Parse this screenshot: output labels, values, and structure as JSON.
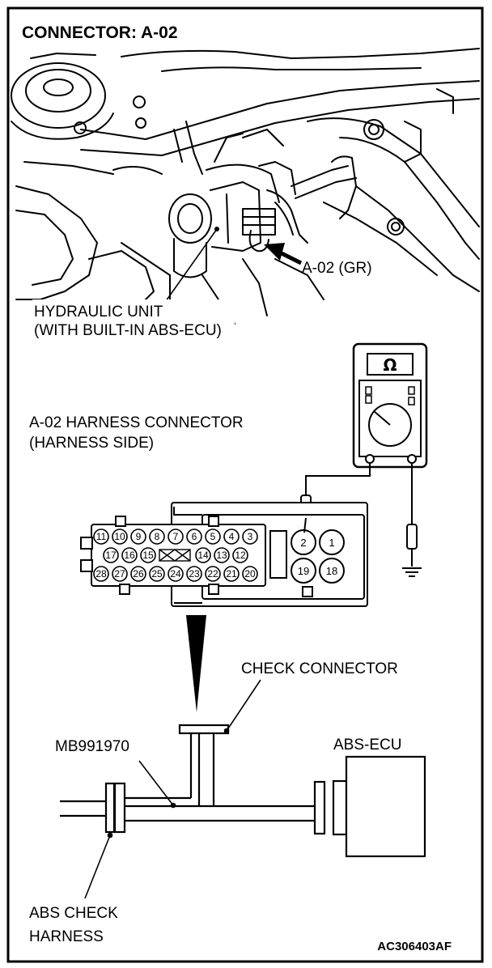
{
  "title": "CONNECTOR: A-02",
  "photo": {
    "connector_callout": "A-02 (GR)",
    "unit_label_line1": "HYDRAULIC UNIT",
    "unit_label_line2": "(WITH BUILT-IN ABS-ECU)"
  },
  "harness": {
    "label_line1": "A-02 HARNESS CONNECTOR",
    "label_line2": "(HARNESS SIDE)"
  },
  "meter": {
    "symbol": "Ω"
  },
  "connector_pins": {
    "row1": [
      "11",
      "10",
      "9",
      "8",
      "7",
      "6",
      "5",
      "4",
      "3"
    ],
    "row2_left": [
      "17",
      "16",
      "15"
    ],
    "row2_right": [
      "14",
      "13",
      "12"
    ],
    "row3": [
      "28",
      "27",
      "26",
      "25",
      "24",
      "23",
      "22",
      "21",
      "20"
    ],
    "large": [
      "2",
      "1",
      "19",
      "18"
    ]
  },
  "tool": {
    "check_connector": "CHECK CONNECTOR",
    "part_number": "MB991970",
    "ecu": "ABS-ECU",
    "harness_line1": "ABS CHECK",
    "harness_line2": "HARNESS"
  },
  "figure_code": "AC306403AF"
}
